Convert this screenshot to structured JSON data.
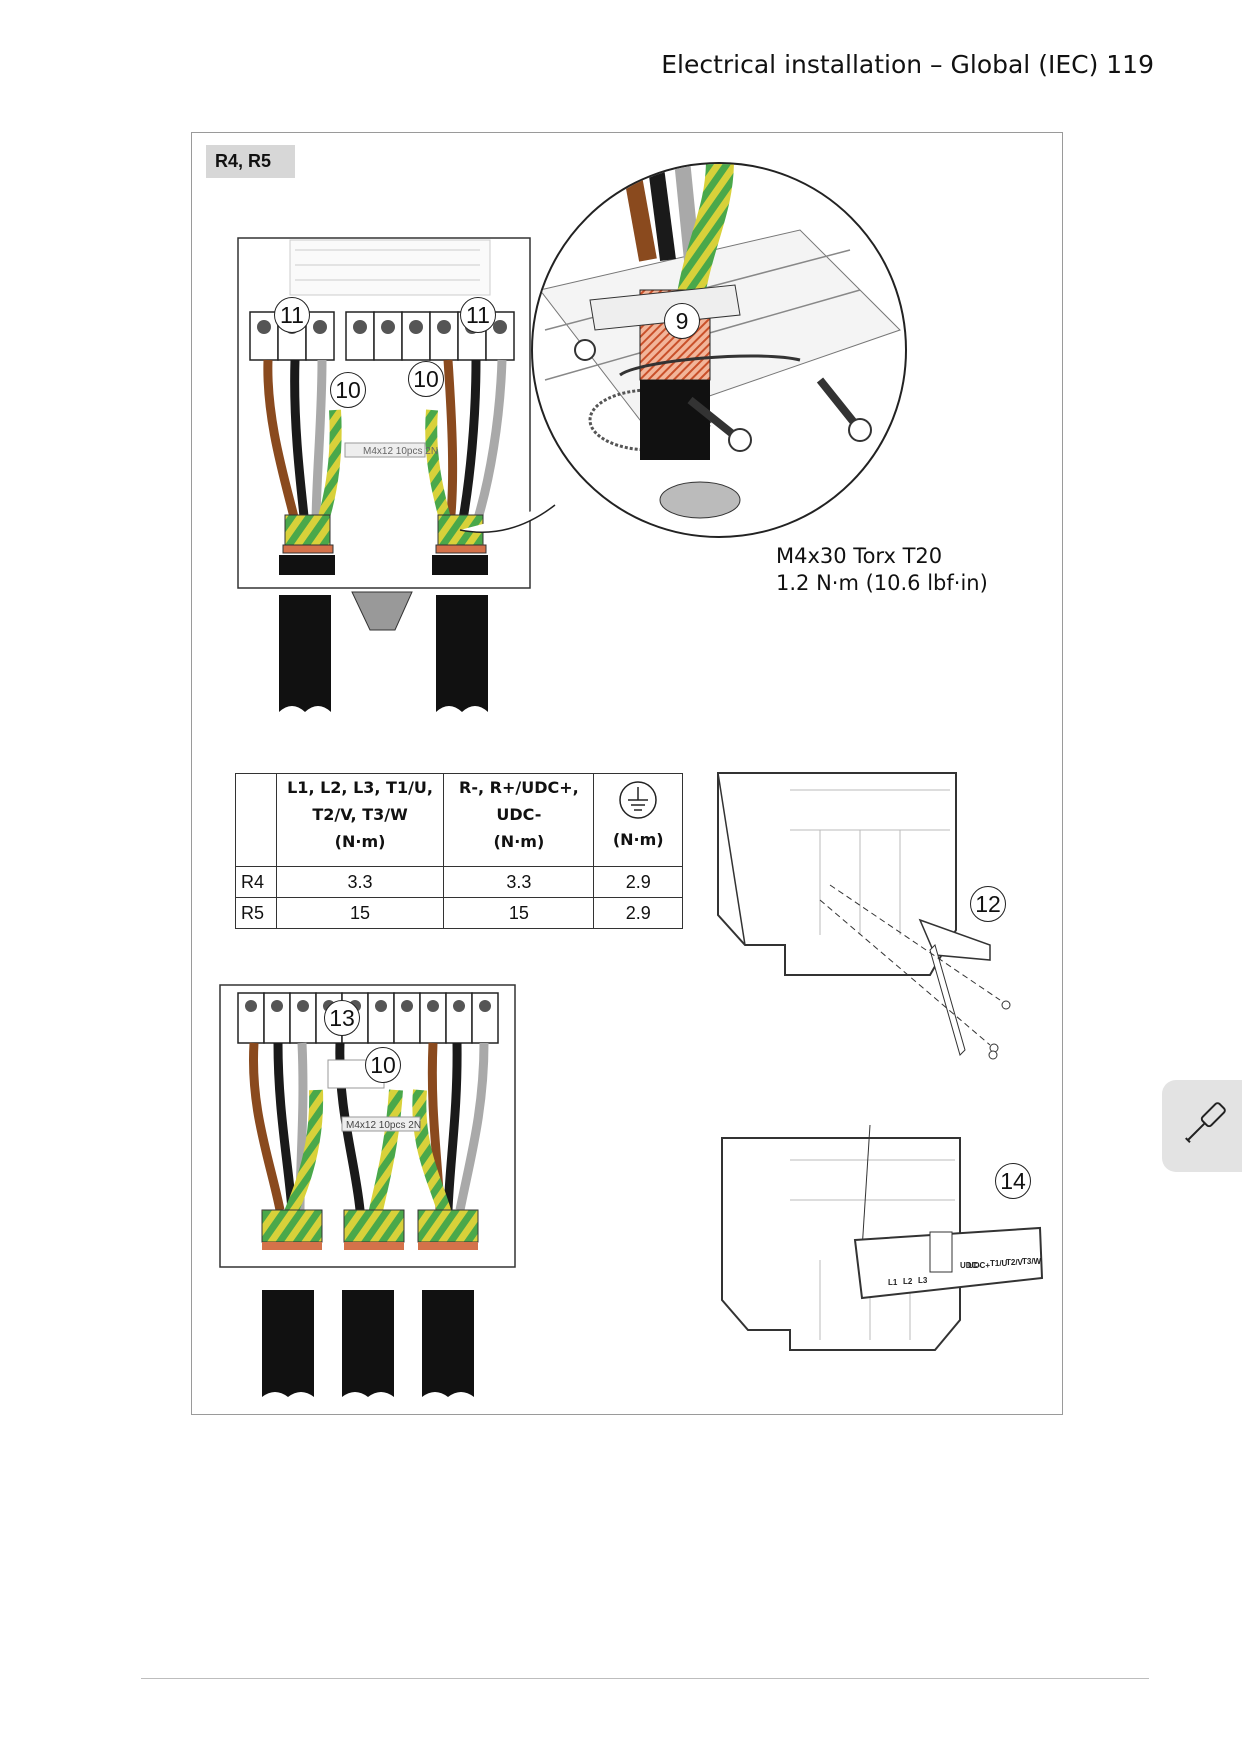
{
  "header": {
    "title": "Electrical installation – Global (IEC) 119"
  },
  "figure": {
    "model_tag": "R4, R5",
    "spec_text": [
      "M4x30 Torx T20",
      "1.2 N·m (10.6 lbf·in)"
    ],
    "callouts": {
      "c11a": "11",
      "c11b": "11",
      "c10a": "10",
      "c10b": "10",
      "c9": "9",
      "c12": "12",
      "c13": "13",
      "c10c": "10",
      "c14": "14"
    },
    "panel_labels": {
      "a": "M4x12  10pcs  2N",
      "b": "M4x12  10pcs  2N"
    },
    "cover_labels": [
      "L1",
      "L2",
      "L3",
      "UDC-",
      "UDC+",
      "T1/U",
      "T2/V",
      "T3/W"
    ],
    "torque_table": {
      "headers": [
        [
          "L1, L2, L3, T1/U,",
          "T2/V, T3/W",
          "(N·m)"
        ],
        [
          "R-, R+/UDC+,",
          "UDC-",
          "(N·m)"
        ],
        [
          "(N·m)"
        ]
      ],
      "rows": [
        {
          "frame": "R4",
          "mains_motor": "3.3",
          "brake_dc": "3.3",
          "pe": "2.9"
        },
        {
          "frame": "R5",
          "mains_motor": "15",
          "brake_dc": "15",
          "pe": "2.9"
        }
      ]
    }
  },
  "side_tab": {
    "icon": "screwdriver-icon"
  },
  "colors": {
    "brown": "#8a4a1e",
    "black": "#1a1a1a",
    "grey": "#a9a9a9",
    "pe_yellow": "#d8d13a",
    "pe_green": "#4aa84a",
    "copper": "#d4724a"
  }
}
